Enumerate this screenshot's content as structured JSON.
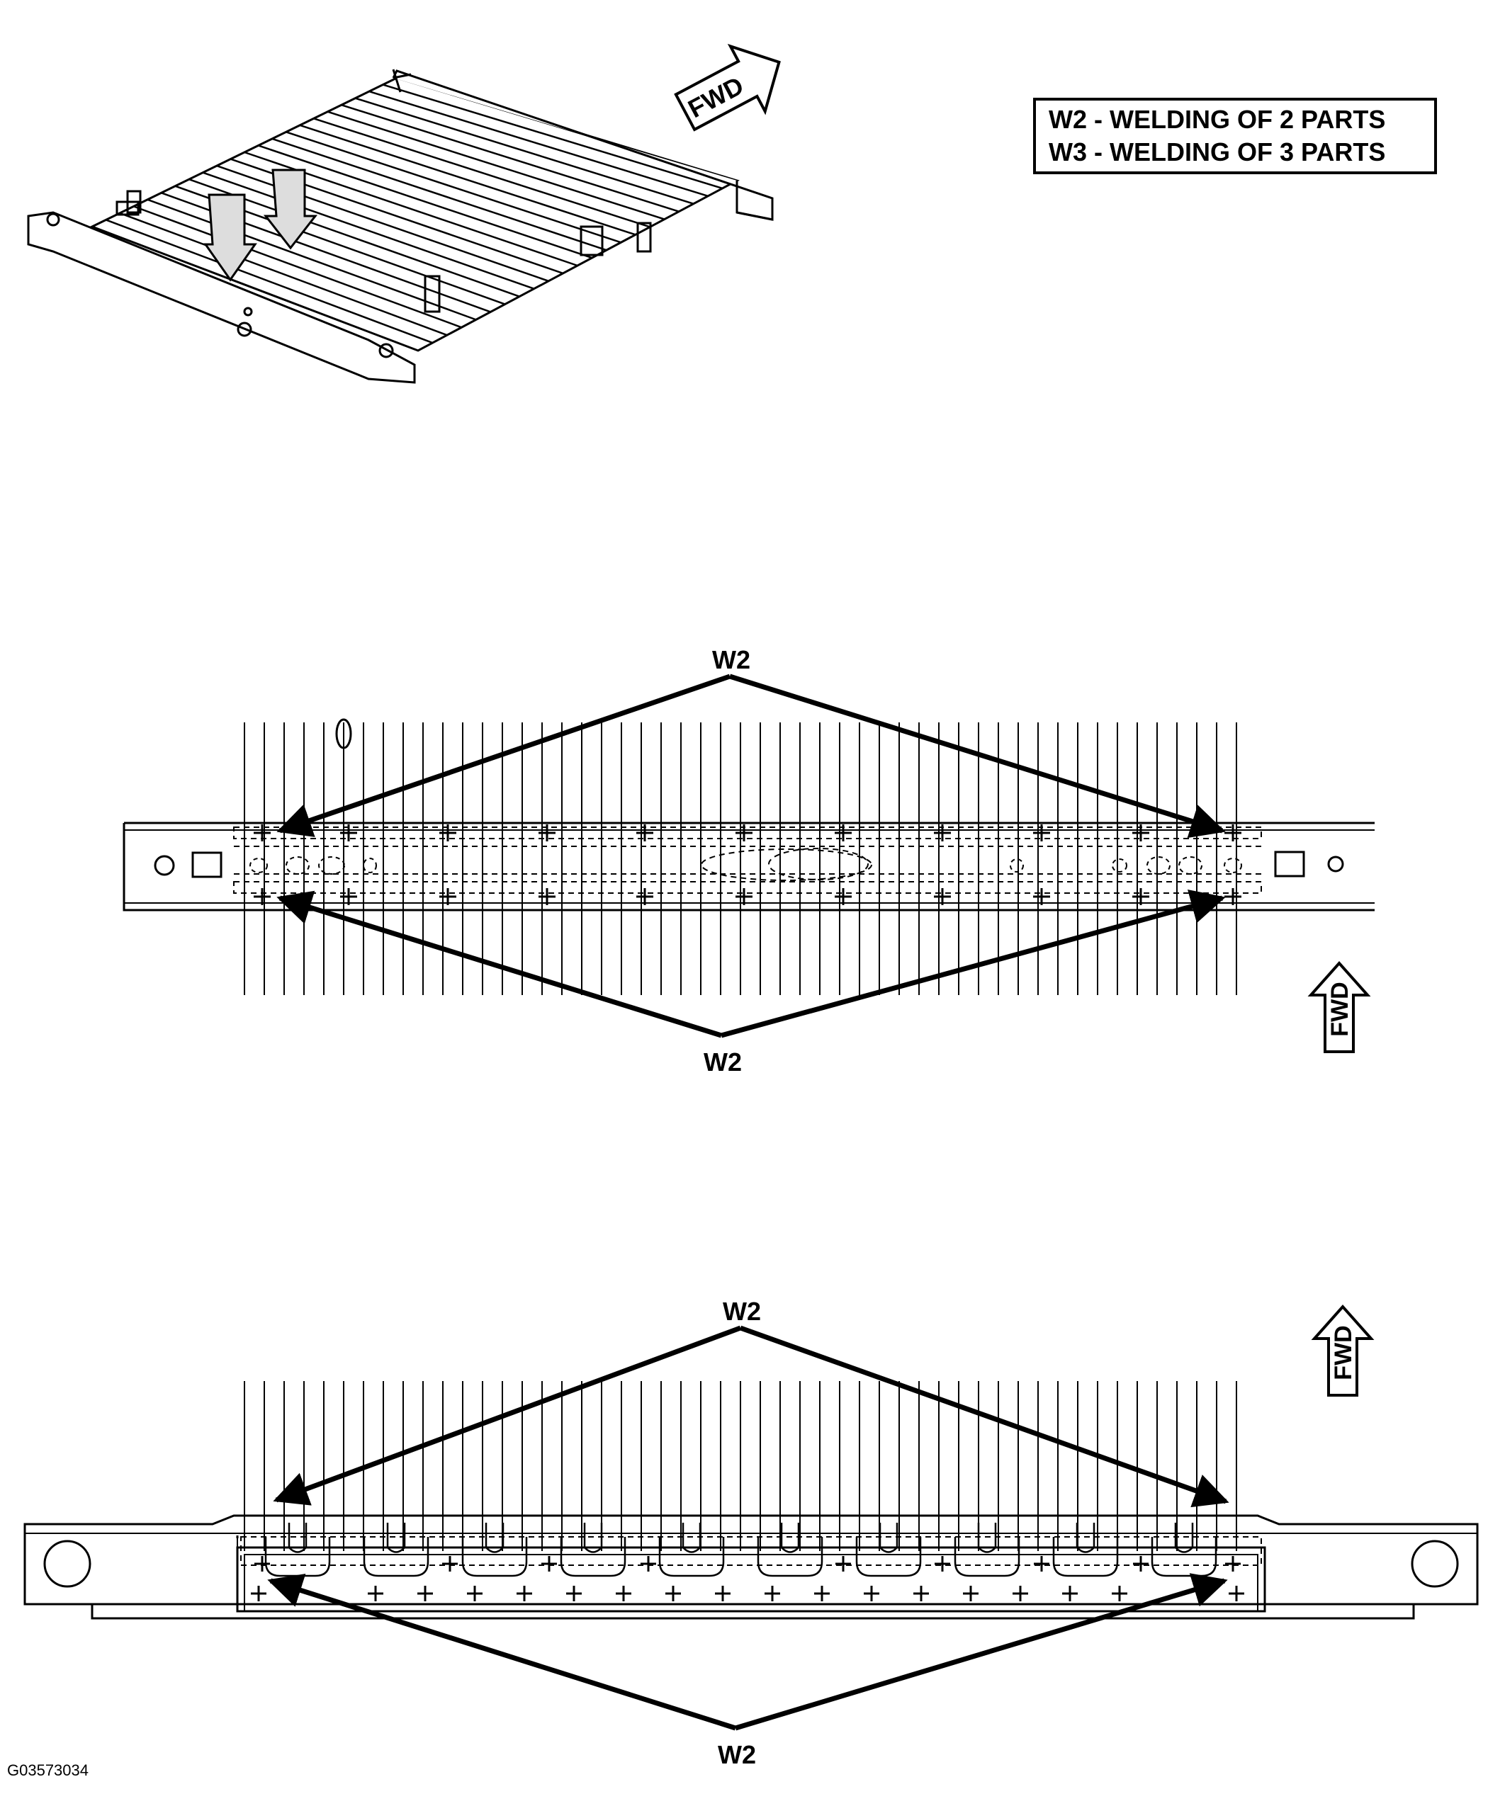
{
  "legend": {
    "w2": "W2 - WELDING OF 2 PARTS",
    "w3": "W3 - WELDING OF 3 PARTS"
  },
  "iso_view": {
    "fwd_label": "FWD"
  },
  "top_view": {
    "callout_upper": "W2",
    "callout_lower": "W2",
    "fwd_label": "FWD"
  },
  "front_view": {
    "callout_upper": "W2",
    "callout_lower": "W2",
    "fwd_label": "FWD"
  },
  "figure_id": "G03573034"
}
